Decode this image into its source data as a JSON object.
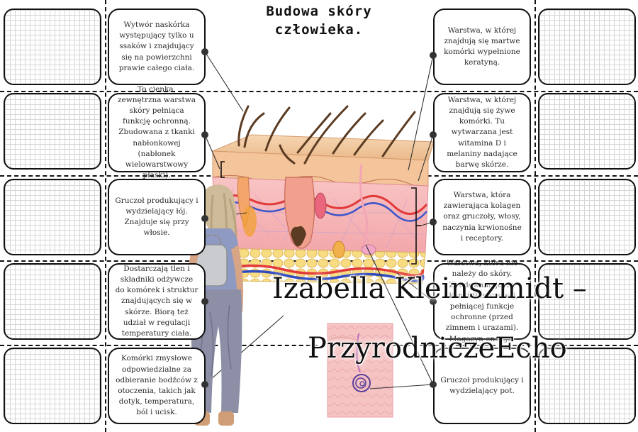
{
  "title": {
    "line1": "Budowa skóry",
    "line2": "człowieka."
  },
  "left_descriptions": [
    "Wytwór naskórka występujący tylko u ssaków i znajdujący się na powierzchni prawie całego ciała.",
    "To cienka, zewnętrzna warstwa skóry pełniąca funkcję ochronną. Zbudowana z tkanki nabłonkowej (nabłonek wielowarstwowy płaski).",
    "Gruczoł produkujący i wydzielający łój. Znajduje się przy włosie.",
    "Dostarczają tlen i składniki odżywcze do komórek i struktur znajdujących się w skórze. Biorą też udział w regulacji temperatury ciała.",
    "Komórki zmysłowe odpowiedzialne za odbieranie bodźców z otoczenia, takich jak dotyk, temperatura, ból i ucisk."
  ],
  "right_descriptions": [
    "Warstwa, w której znajdują się martwe komórki wypełnione keratyną.",
    "Warstwa, w której znajdują się żywe komórki. Tu wytwarzana jest witamina D i melaniny nadające barwę skórze.",
    "Warstwa, która zawierająca kolagen oraz gruczoły, włosy, naczynia krwionośne i receptory.",
    "Warstwa, która nie należy do skóry. Zbudowana jest z tkanki tłuszczowej, pełniącej funkcje ochronne (przed zimnem i urazami). Magazyn energii.",
    "Gruczoł produkujący i wydzielający pot."
  ],
  "watermark": {
    "line1": "Izabella Kleinszmidt –",
    "line2": "PrzyrodniczeEcho"
  },
  "colors": {
    "outline": "#111111",
    "skin_surface": "#f2c79a",
    "dermis": "#f6b6b6",
    "fat": "#f7d97a",
    "hair": "#5b3b22"
  }
}
